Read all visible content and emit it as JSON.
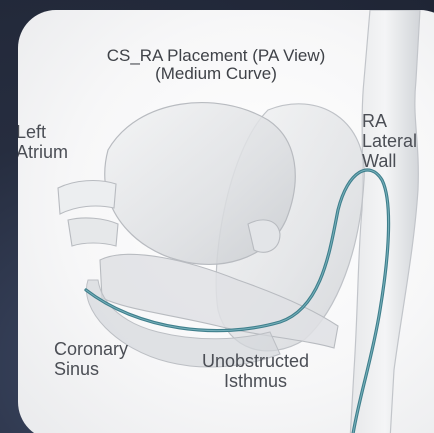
{
  "figure": {
    "title_line1": "CS_RA Placement (PA View)",
    "title_line2": "(Medium Curve)",
    "labels": {
      "left_atrium": "Left\nAtrium",
      "ra_lateral_wall": "RA\nLateral\nWall",
      "coronary_sinus": "Coronary\nSinus",
      "unobstructed_isthmus": "Unobstructed\nIsthmus"
    },
    "colors": {
      "background": "#262d3f",
      "card": "#f7f7f8",
      "catheter": "#3f7f8c",
      "label_text": "#4b4e55"
    }
  }
}
